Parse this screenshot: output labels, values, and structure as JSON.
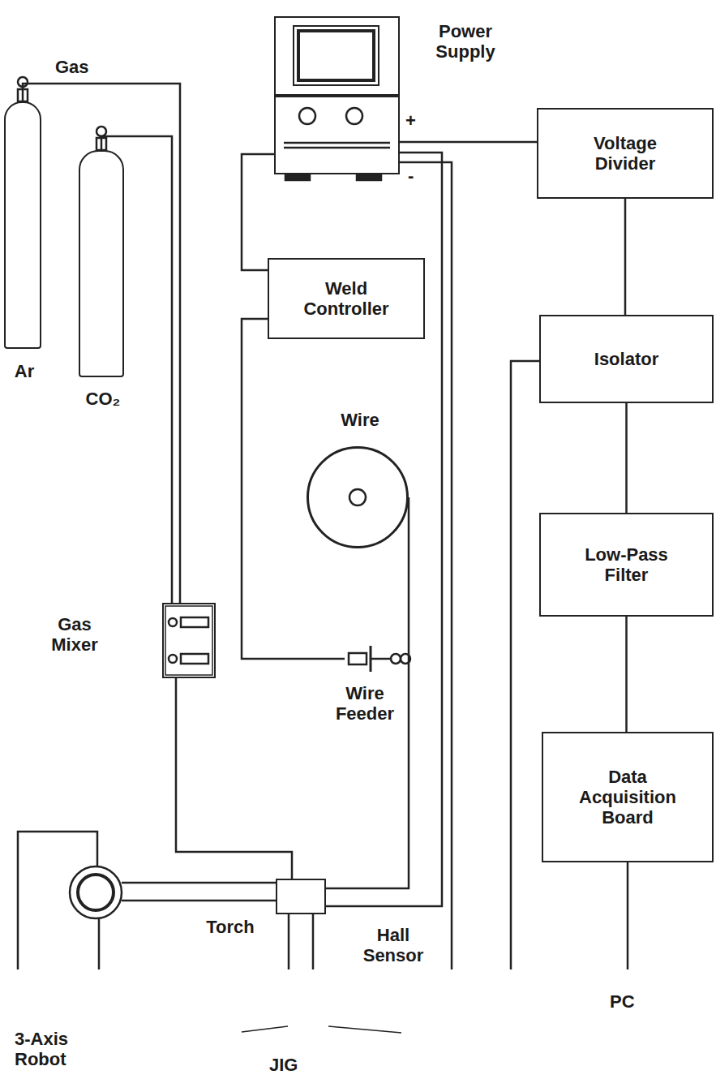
{
  "diagram": {
    "nodes": [
      {
        "text": [
          "Ar"
        ]
      },
      {
        "text": [
          "CO₂"
        ]
      },
      {
        "text": [
          "Power Supply"
        ]
      },
      {
        "text": [
          "Voltage Divider"
        ]
      },
      {
        "text": [
          "Weld Controller"
        ]
      },
      {
        "text": [
          "Isolator"
        ]
      },
      {
        "text": [
          "Wire"
        ]
      },
      {
        "text": [
          "Low-Pass Filter"
        ]
      },
      {
        "text": [
          "Gas Mixer"
        ]
      },
      {
        "text": [
          "Wire Feeder"
        ]
      },
      {
        "text": [
          "Data Acquisition Board"
        ]
      },
      {
        "text": [
          "Torch"
        ]
      }
    ],
    "edges": [
      {
        "from": 0,
        "to": 8,
        "arrow": "none"
      },
      {
        "from": 1,
        "to": 8,
        "arrow": "none"
      },
      {
        "from": 8,
        "to": 11,
        "arrow": "none"
      },
      {
        "from": 2,
        "to": 4,
        "arrow": "none"
      },
      {
        "from": 4,
        "to": 9,
        "arrow": "none"
      },
      {
        "from": 6,
        "to": 11,
        "arrow": "none"
      },
      {
        "from": 2,
        "to": 3,
        "arrow": "none"
      },
      {
        "from": 2,
        "to": 11,
        "arrow": "none"
      },
      {
        "from": 3,
        "to": 5,
        "arrow": "none"
      },
      {
        "from": 5,
        "to": 7,
        "arrow": "none"
      },
      {
        "from": 7,
        "to": 10,
        "arrow": "none"
      }
    ],
    "labels": [
      "Gas",
      "+",
      "-",
      "Hall Sensor",
      "3-Axis Robot",
      "JIG",
      "PC"
    ]
  }
}
